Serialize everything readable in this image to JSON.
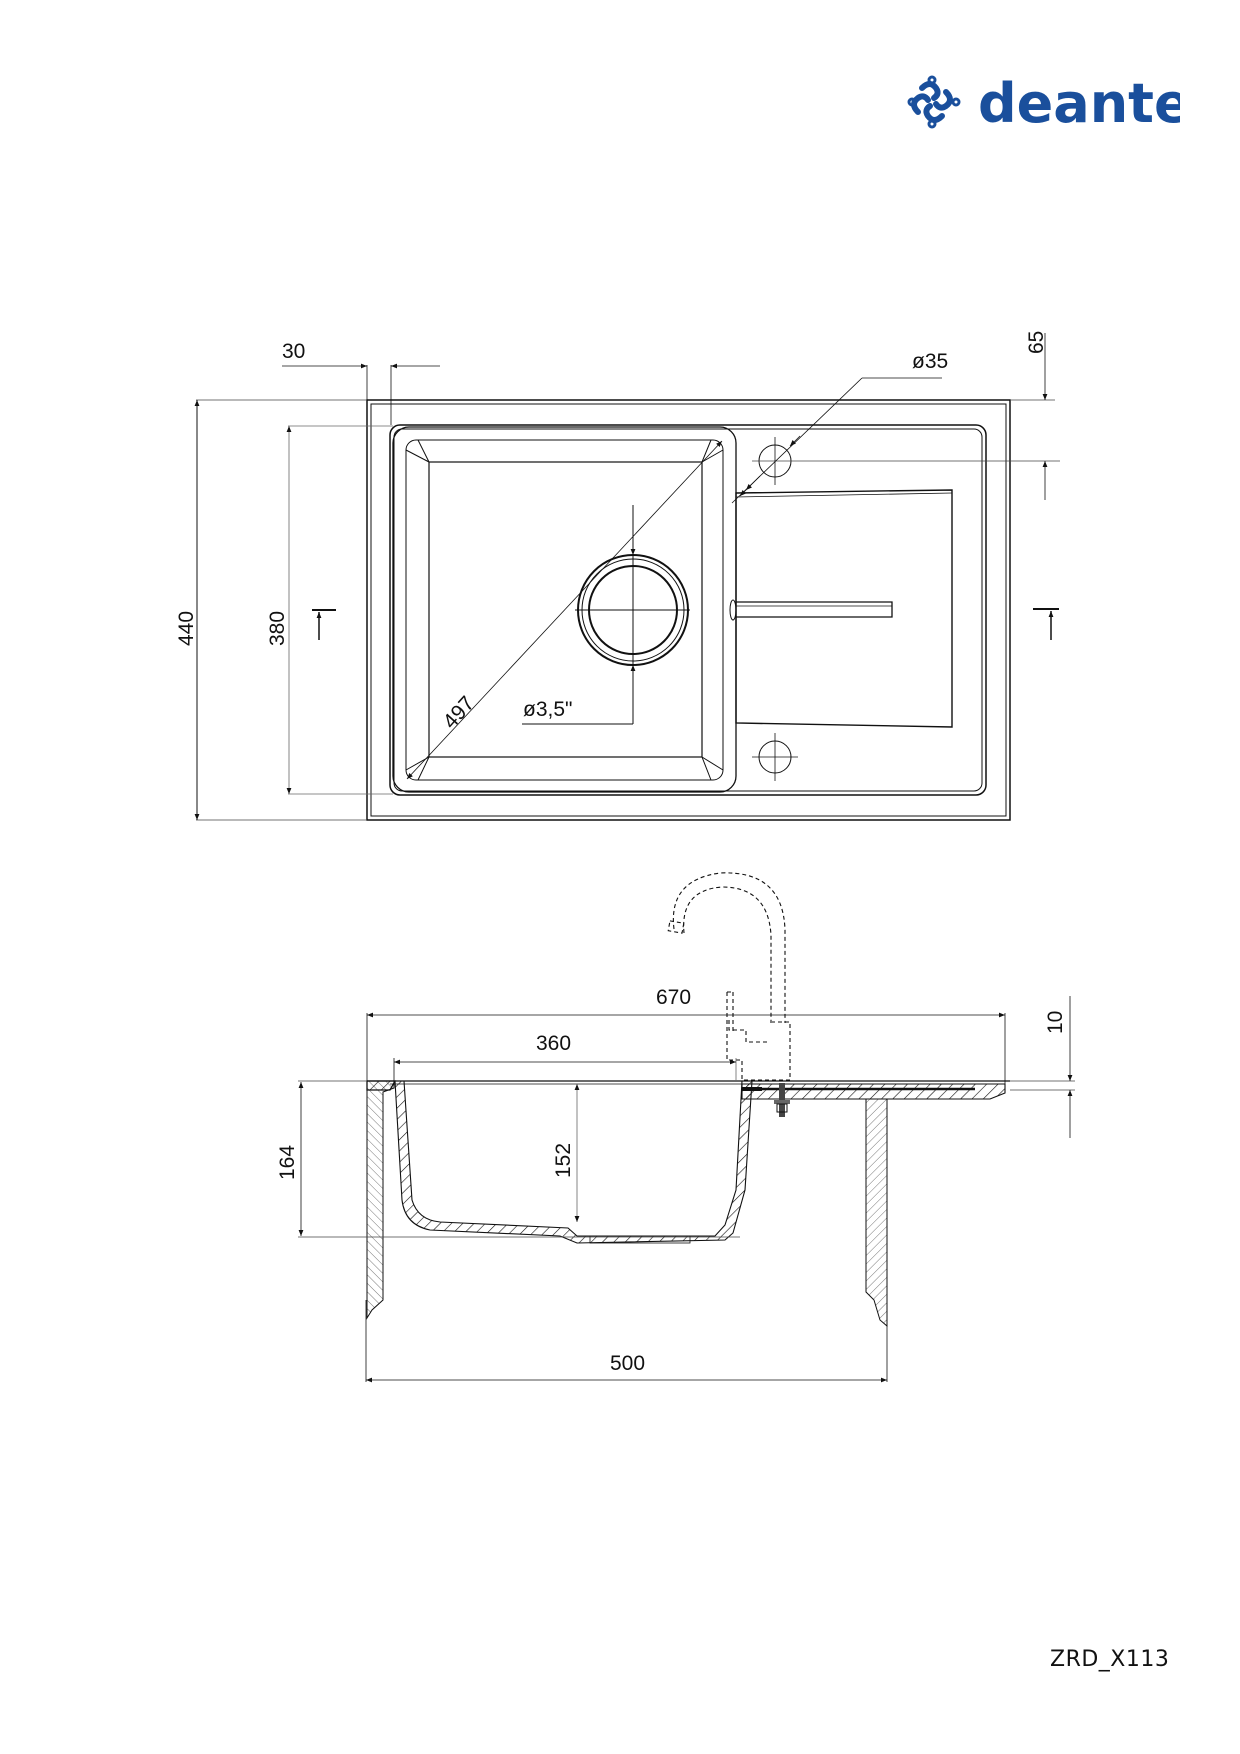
{
  "brand": {
    "name": "deante",
    "color": "#1a4f9c"
  },
  "drawing": {
    "product_code": "ZRD_X113",
    "line_color": "#111111",
    "top_view": {
      "dimensions": {
        "rim_offset": "30",
        "tap_hole_offset": "65",
        "tap_hole_diameter": "ø35",
        "overall_depth": "440",
        "bowl_depth": "380",
        "bowl_diagonal": "497",
        "drain_diameter": "ø3,5\""
      }
    },
    "side_view": {
      "dimensions": {
        "overall_width": "670",
        "bowl_width": "360",
        "rim_thickness": "10",
        "bowl_height": "164",
        "bowl_inner_depth": "152",
        "cabinet_width": "500"
      }
    }
  }
}
